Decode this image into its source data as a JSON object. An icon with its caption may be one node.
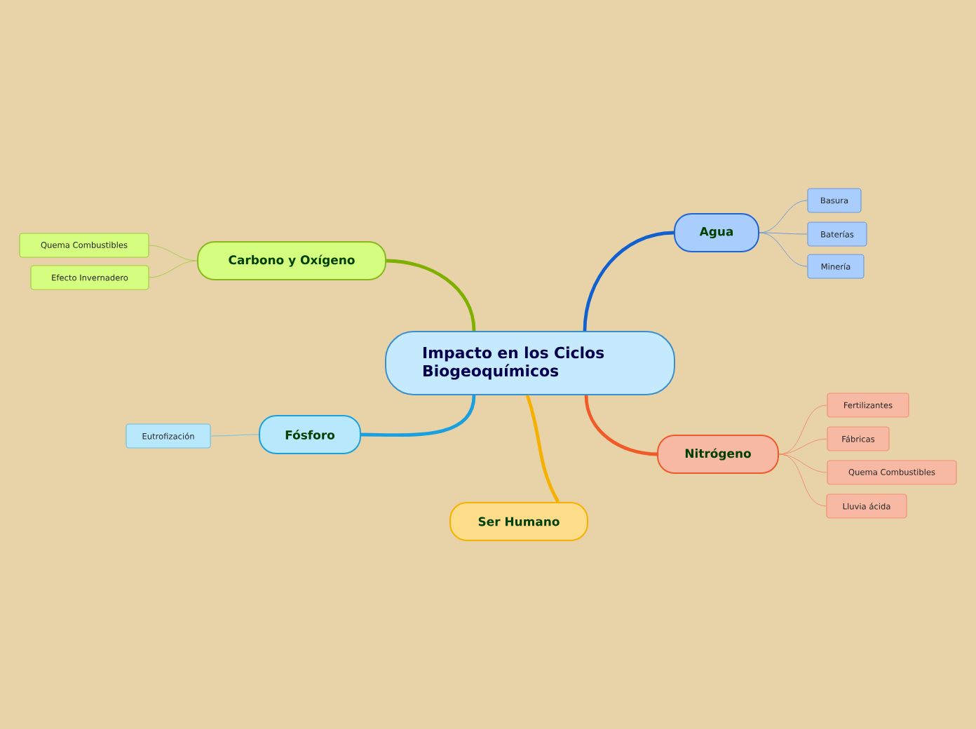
{
  "diagram": {
    "nodes": [
      {
        "text": [
          "Impacto en los Ciclos Biogeoquímicos"
        ]
      },
      {
        "text": [
          "Carbono y Oxígeno"
        ]
      },
      {
        "text": [
          "Quema Combustibles"
        ]
      },
      {
        "text": [
          "Efecto Invernadero"
        ]
      },
      {
        "text": [
          "Agua"
        ]
      },
      {
        "text": [
          "Basura"
        ]
      },
      {
        "text": [
          "Baterías"
        ]
      },
      {
        "text": [
          "Minería"
        ]
      },
      {
        "text": [
          "Fósforo"
        ]
      },
      {
        "text": [
          "Eutrofización"
        ]
      },
      {
        "text": [
          "Nitrógeno"
        ]
      },
      {
        "text": [
          "Fertilizantes"
        ]
      },
      {
        "text": [
          "Fábricas"
        ]
      },
      {
        "text": [
          "Quema Combustibles"
        ]
      },
      {
        "text": [
          "Lluvia ácida"
        ]
      },
      {
        "text": [
          "Ser Humano"
        ]
      }
    ],
    "edges": [
      {
        "from": 0,
        "to": 1,
        "arrow": "none",
        "style": "thick",
        "color": "#7fb000"
      },
      {
        "from": 1,
        "to": 2,
        "arrow": "none",
        "color": "#a8cc50"
      },
      {
        "from": 1,
        "to": 3,
        "arrow": "none",
        "color": "#a8cc50"
      },
      {
        "from": 0,
        "to": 4,
        "arrow": "none",
        "style": "thick",
        "color": "#1060d0"
      },
      {
        "from": 4,
        "to": 5,
        "arrow": "none",
        "color": "#6f9ad8"
      },
      {
        "from": 4,
        "to": 6,
        "arrow": "none",
        "color": "#6f9ad8"
      },
      {
        "from": 4,
        "to": 7,
        "arrow": "none",
        "color": "#6f9ad8"
      },
      {
        "from": 0,
        "to": 8,
        "arrow": "none",
        "style": "thick",
        "color": "#18a0e0"
      },
      {
        "from": 8,
        "to": 9,
        "arrow": "none",
        "color": "#70c0e0"
      },
      {
        "from": 0,
        "to": 10,
        "arrow": "none",
        "style": "thick",
        "color": "#f05a28"
      },
      {
        "from": 10,
        "to": 11,
        "arrow": "none",
        "color": "#f09070"
      },
      {
        "from": 10,
        "to": 12,
        "arrow": "none",
        "color": "#f09070"
      },
      {
        "from": 10,
        "to": 13,
        "arrow": "none",
        "color": "#f09070"
      },
      {
        "from": 10,
        "to": 14,
        "arrow": "none",
        "color": "#f09070"
      },
      {
        "from": 0,
        "to": 15,
        "arrow": "none",
        "style": "thick",
        "color": "#f5b000"
      }
    ]
  }
}
